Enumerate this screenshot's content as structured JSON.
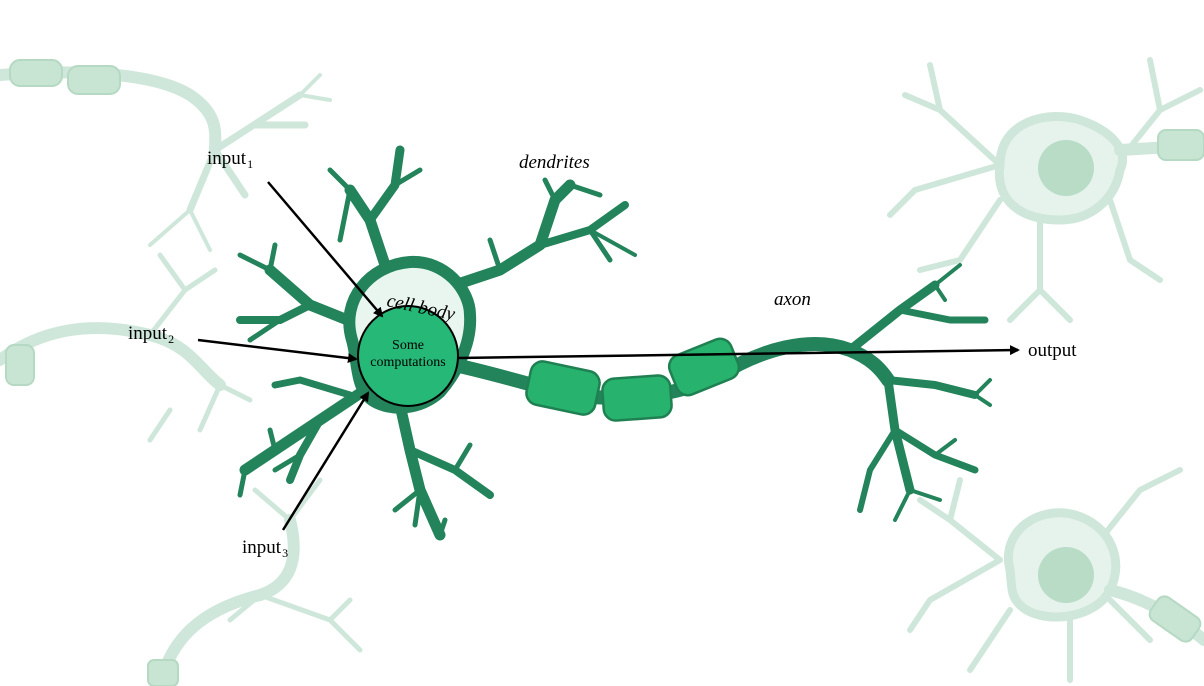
{
  "diagram": {
    "labels": {
      "input_word": "input",
      "input1_sub": "1",
      "input2_sub": "2",
      "input3_sub": "3",
      "output": "output",
      "dendrites": "dendrites",
      "cell_body": "cell body",
      "axon": "axon",
      "soma_line1": "Some",
      "soma_line2": "computations"
    },
    "colors": {
      "neuron_dark": "#23835a",
      "soma_fill": "#25b877",
      "myelin": "#27b26d",
      "myelin_outline": "#1f8052",
      "faded_neuron": "#cfe7da",
      "faded_body": "#b9dcc7",
      "arrow": "#000000"
    }
  }
}
